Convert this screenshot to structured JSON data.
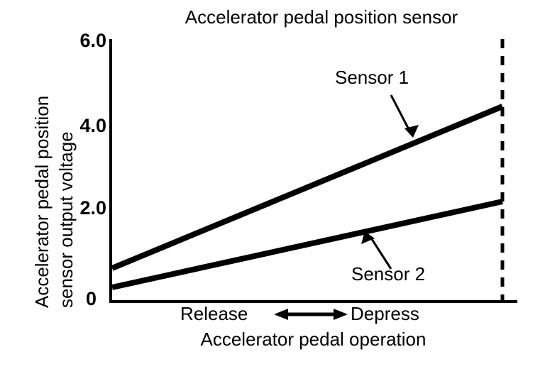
{
  "chart_data": {
    "type": "line",
    "title": "Accelerator pedal position sensor",
    "ylabel_line1": "Accelerator pedal position",
    "ylabel_line2": "sensor output voltage",
    "xlabel": "Accelerator pedal operation",
    "x_direction_left": "Release",
    "x_direction_right": "Depress",
    "x": [
      0,
      100
    ],
    "xlim": [
      0,
      100
    ],
    "ylim": [
      0,
      6.0
    ],
    "ytick_labels": [
      "6.0",
      "4.0",
      "2.0",
      "0"
    ],
    "ytick_values": [
      6.0,
      4.0,
      2.0,
      0
    ],
    "grid": false,
    "legend_position": "inline-annotations",
    "series": [
      {
        "name": "Sensor 1",
        "values": [
          0.77,
          4.48
        ],
        "annotation": "Sensor 1"
      },
      {
        "name": "Sensor 2",
        "values": [
          0.33,
          2.3
        ],
        "annotation": "Sensor 2"
      }
    ],
    "annotations": [
      {
        "text": "Sensor 1",
        "points_to_series": "Sensor 1"
      },
      {
        "text": "Sensor 2",
        "points_to_series": "Sensor 2"
      }
    ],
    "full_throttle_marker": {
      "style": "dashed-vertical",
      "x_value": 100
    },
    "colors": {
      "line": "#000000",
      "background": "#ffffff",
      "text": "#000000"
    }
  }
}
